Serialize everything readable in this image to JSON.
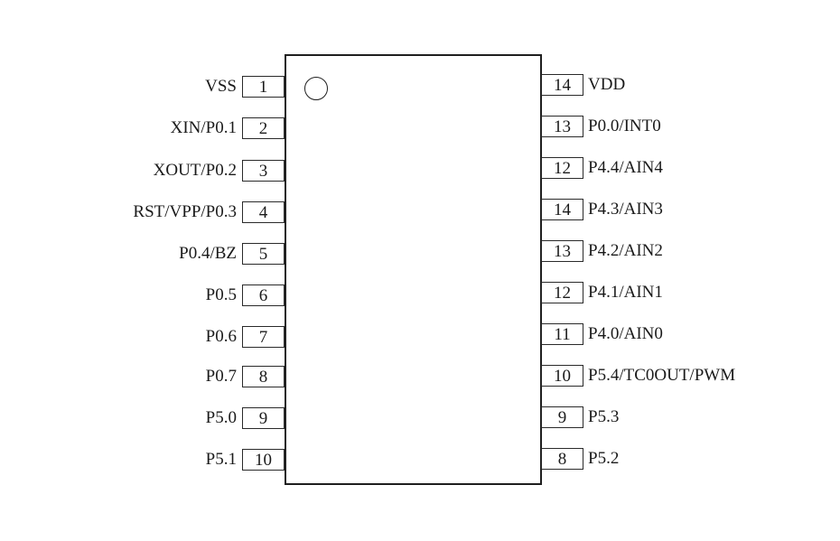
{
  "diagram": {
    "kind": "ic-pinout",
    "colors": {
      "background": "#ffffff",
      "line": "#1f1f1f",
      "text": "#1a1a1a"
    },
    "icons": {
      "pin1_marker": "circle-icon"
    }
  },
  "pins": {
    "left": [
      {
        "number": "1",
        "label": "VSS"
      },
      {
        "number": "2",
        "label": "XIN/P0.1"
      },
      {
        "number": "3",
        "label": "XOUT/P0.2"
      },
      {
        "number": "4",
        "label": "RST/VPP/P0.3"
      },
      {
        "number": "5",
        "label": "P0.4/BZ"
      },
      {
        "number": "6",
        "label": "P0.5"
      },
      {
        "number": "7",
        "label": "P0.6"
      },
      {
        "number": "8",
        "label": "P0.7"
      },
      {
        "number": "9",
        "label": "P5.0"
      },
      {
        "number": "10",
        "label": "P5.1"
      }
    ],
    "right": [
      {
        "number": "14",
        "label": "VDD"
      },
      {
        "number": "13",
        "label": "P0.0/INT0"
      },
      {
        "number": "12",
        "label": "P4.4/AIN4"
      },
      {
        "number": "14",
        "label": "P4.3/AIN3"
      },
      {
        "number": "13",
        "label": "P4.2/AIN2"
      },
      {
        "number": "12",
        "label": "P4.1/AIN1"
      },
      {
        "number": "11",
        "label": "P4.0/AIN0"
      },
      {
        "number": "10",
        "label": "P5.4/TC0OUT/PWM"
      },
      {
        "number": "9",
        "label": "P5.3"
      },
      {
        "number": "8",
        "label": "P5.2"
      }
    ]
  }
}
